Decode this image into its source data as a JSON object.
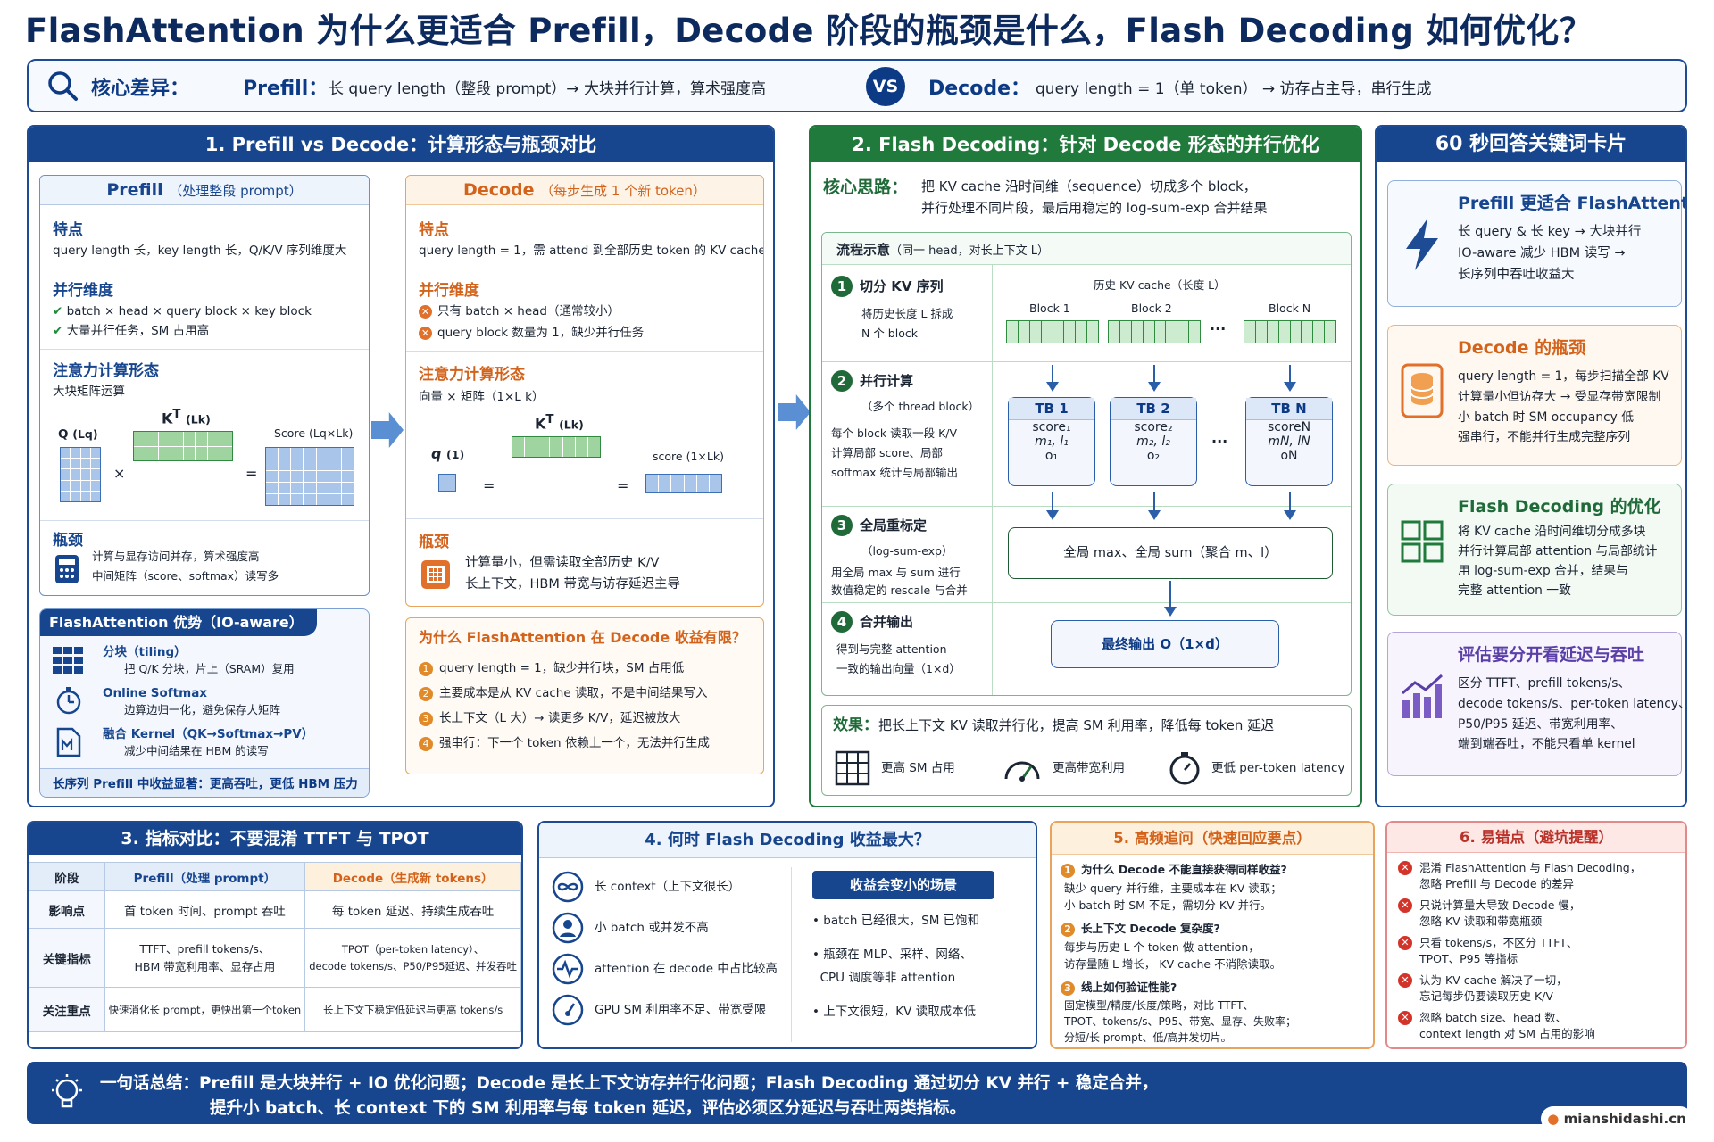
{
  "title": "FlashAttention 为什么更适合 Prefill，Decode 阶段的瓶颈是什么，Flash Decoding 如何优化？",
  "core": {
    "label": "核心差异：",
    "prefill_k": "Prefill：",
    "prefill_t": "长 query length（整段 prompt）→ 大块并行计算，算术强度高",
    "vs": "VS",
    "decode_k": "Decode：",
    "decode_t": "query length = 1（单 token） → 访存占主导，串行生成"
  },
  "s1": {
    "header": "1. Prefill vs Decode：计算形态与瓶颈对比",
    "prefill": {
      "title": "Prefill",
      "title_sub": "（处理整段 prompt）",
      "feat_t": "特点",
      "feat": "query length 长，key length 长，Q/K/V 序列维度大",
      "par_t": "并行维度",
      "par1": "batch × head × query block × key block",
      "par2": "大量并行任务，SM 占用高",
      "att_t": "注意力计算形态",
      "att": "大块矩阵运算",
      "q_label": "Q",
      "q_sub": "(Lq)",
      "k_label": "K",
      "k_sub": "(Lk)",
      "s_label": "Score",
      "s_sub": "(Lq×Lk)",
      "times": "×",
      "eq": "=",
      "bot_t": "瓶颈",
      "bot1": "计算与显存访问并存，算术强度高",
      "bot2": "中间矩阵（score、softmax）读写多"
    },
    "decode": {
      "title": "Decode",
      "title_sub": "（每步生成 1 个新 token）",
      "feat_t": "特点",
      "feat": "query length = 1，需 attend 到全部历史 token 的 KV cache",
      "par_t": "并行维度",
      "par1": "只有 batch × head（通常较小）",
      "par2": "query block 数量为 1，缺少并行任务",
      "att_t": "注意力计算形态",
      "att": "向量 × 矩阵（1×L k）",
      "q_label": "q",
      "q_sub": "(1)",
      "k_label": "K",
      "k_sub": "(Lk)",
      "s_label": "score",
      "s_sub": "(1×Lk)",
      "eq": "=",
      "bot_t": "瓶颈",
      "bot1": "计算量小，但需读取全部历史 K/V",
      "bot2": "长上下文，HBM 带宽与访存延迟主导"
    },
    "fa": {
      "title": "FlashAttention 优势（IO-aware）",
      "i1_t": "分块（tiling）",
      "i1": "把 Q/K 分块，片上（SRAM）复用",
      "i2_t": "Online Softmax",
      "i2": "边算边归一化，避免保存大矩阵",
      "i3_t": "融合 Kernel（QK→Softmax→PV）",
      "i3": "减少中间结果在 HBM 的读写",
      "foot": "长序列 Prefill 中收益显著：更高吞吐，更低 HBM 压力"
    },
    "why": {
      "title": "为什么 FlashAttention 在 Decode 收益有限？",
      "items": [
        "query length = 1，缺少并行块，SM 占用低",
        "主要成本是从 KV cache 读取，不是中间结果写入",
        "长上下文（L 大）→ 读更多 K/V，延迟被放大",
        "强串行：下一个 token 依赖上一个，无法并行生成"
      ]
    }
  },
  "s2": {
    "header": "2. Flash Decoding：针对 Decode 形态的并行优化",
    "idea_k": "核心思路：",
    "idea1": "把 KV cache 沿时间维（sequence）切成多个 block，",
    "idea2": "并行处理不同片段，最后用稳定的 log-sum-exp 合并结果",
    "flow_t": "流程示意",
    "flow_sub": "（同一 head，对长上下文 L）",
    "step1_t": "切分 KV 序列",
    "step1": [
      "将历史长度 L 拆成",
      "N 个 block"
    ],
    "step2_t": "并行计算",
    "step2_sub": "（多个 thread block）",
    "step2": [
      "每个 block 读取一段 K/V",
      "计算局部 score、局部",
      "softmax 统计与局部输出"
    ],
    "step3_t": "全局重标定",
    "step3_sub": "（log-sum-exp）",
    "step3": [
      "用全局 max 与 sum 进行",
      "数值稳定的 rescale 与合并"
    ],
    "step4_t": "合并输出",
    "step4": [
      "得到与完整 attention",
      "一致的输出向量（1×d）"
    ],
    "kv_title": "历史 KV cache（长度 L）",
    "blocks": [
      "Block 1",
      "Block 2",
      "Block N"
    ],
    "dots": "···",
    "tbs": [
      {
        "name": "TB 1",
        "score": "score₁",
        "ml": "m₁, l₁",
        "o": "o₁"
      },
      {
        "name": "TB 2",
        "score": "score₂",
        "ml": "m₂, l₂",
        "o": "o₂"
      },
      {
        "name": "TB N",
        "score": "scoreN",
        "ml": "mN, lN",
        "o": "oN"
      }
    ],
    "global": "全局 max、全局 sum（聚合 m、l）",
    "final": "最终输出 O（1×d）",
    "eff_k": "效果：",
    "eff": "把长上下文 KV 读取并行化，提高 SM 利用率，降低每 token 延迟",
    "e1": "更高 SM 占用",
    "e2": "更高带宽利用",
    "e3": "更低 per-token latency"
  },
  "kw": {
    "header": "60 秒回答关键词卡片",
    "c1_t": "Prefill 更适合 FlashAttention",
    "c1": [
      "长 query & 长 key → 大块并行",
      "IO-aware 减少 HBM 读写 →",
      "长序列中吞吐收益大"
    ],
    "c2_t": "Decode 的瓶颈",
    "c2": [
      "query length = 1，每步扫描全部 KV",
      "计算量小但访存大 → 受显存带宽限制",
      "小 batch 时 SM occupancy 低",
      "强串行，不能并行生成完整序列"
    ],
    "c3_t": "Flash Decoding 的优化",
    "c3": [
      "将 KV cache 沿时间维切分成多块",
      "并行计算局部 attention 与局部统计",
      "用 log-sum-exp 合并，结果与",
      "完整 attention 一致"
    ],
    "c4_t": "评估要分开看延迟与吞吐",
    "c4": [
      "区分 TTFT、prefill tokens/s、",
      "decode tokens/s、per-token latency、",
      "P50/P95 延迟、带宽利用率、",
      "端到端吞吐，不能只看单 kernel"
    ]
  },
  "s3": {
    "header": "3. 指标对比：不要混淆 TTFT 与 TPOT",
    "cols": [
      "阶段",
      "Prefill（处理 prompt）",
      "Decode（生成新 tokens）"
    ],
    "rows": [
      [
        "影响点",
        "首 token 时间、prompt 吞吐",
        "每 token 延迟、持续生成吞吐"
      ],
      [
        "关键指标",
        "TTFT、prefill tokens/s、|HBM 带宽利用率、显存占用",
        "TPOT（per-token latency）、|decode tokens/s、P50/P95延迟、并发吞吐"
      ],
      [
        "关注重点",
        "快速消化长 prompt，更快出第一个token",
        "长上下文下稳定低延迟与更高 tokens/s"
      ]
    ]
  },
  "s4": {
    "header": "4. 何时 Flash Decoding 收益最大？",
    "items": [
      "长 context（上下文很长）",
      "小 batch 或并发不高",
      "attention 在 decode 中占比较高",
      "GPU SM 利用率不足、带宽受限"
    ],
    "less_t": "收益会变小的场景",
    "less": [
      "batch 已经很大，SM 已饱和",
      "瓶颈在 MLP、采样、网络、|CPU 调度等非 attention",
      "上下文很短，KV 读取成本低"
    ]
  },
  "s5": {
    "header": "5. 高频追问（快速回应要点）",
    "qs": [
      {
        "q": "为什么 Decode 不能直接获得同样收益?",
        "a": [
          "缺少 query 并行维，主要成本在 KV 读取；",
          "小 batch 时 SM 不足，需切分 KV 并行。"
        ]
      },
      {
        "q": "长上下文 Decode 复杂度?",
        "a": [
          "每步与历史 L 个 token 做 attention，",
          "访存量随 L 增长， KV cache 不消除读取。"
        ]
      },
      {
        "q": "线上如何验证性能?",
        "a": [
          "固定模型/精度/长度/策略，对比 TTFT、",
          "TPOT、tokens/s、P95、带宽、显存、失败率；",
          "分短/长 prompt、低/高并发切片。"
        ]
      }
    ]
  },
  "s6": {
    "header": "6. 易错点（避坑提醒）",
    "items": [
      [
        "混淆 FlashAttention 与 Flash Decoding，",
        "忽略 Prefill 与 Decode 的差异"
      ],
      [
        "只说计算量大导致 Decode 慢，",
        "忽略 KV 读取和带宽瓶颈"
      ],
      [
        "只看 tokens/s，不区分 TTFT、",
        "TPOT、P95 等指标"
      ],
      [
        "认为 KV cache 解决了一切，",
        "忘记每步仍要读取历史 K/V"
      ],
      [
        "忽略 batch size、head 数、",
        "context length 对 SM 占用的影响"
      ]
    ]
  },
  "summary": {
    "l1": "一句话总结：Prefill 是大块并行 + IO 优化问题；Decode 是长上下文访存并行化问题；Flash Decoding 通过切分 KV 并行 + 稳定合并，",
    "l2": "提升小 batch、长 context 下的 SM 利用率与每 token 延迟，评估必须区分延迟与吞吐两类指标。"
  },
  "watermark": "mianshidashi.cn",
  "colors": {
    "navy": "#17468f",
    "green": "#1f7a3c",
    "orange": "#d3621a",
    "purple": "#5b3fa8",
    "red": "#d3342a"
  }
}
